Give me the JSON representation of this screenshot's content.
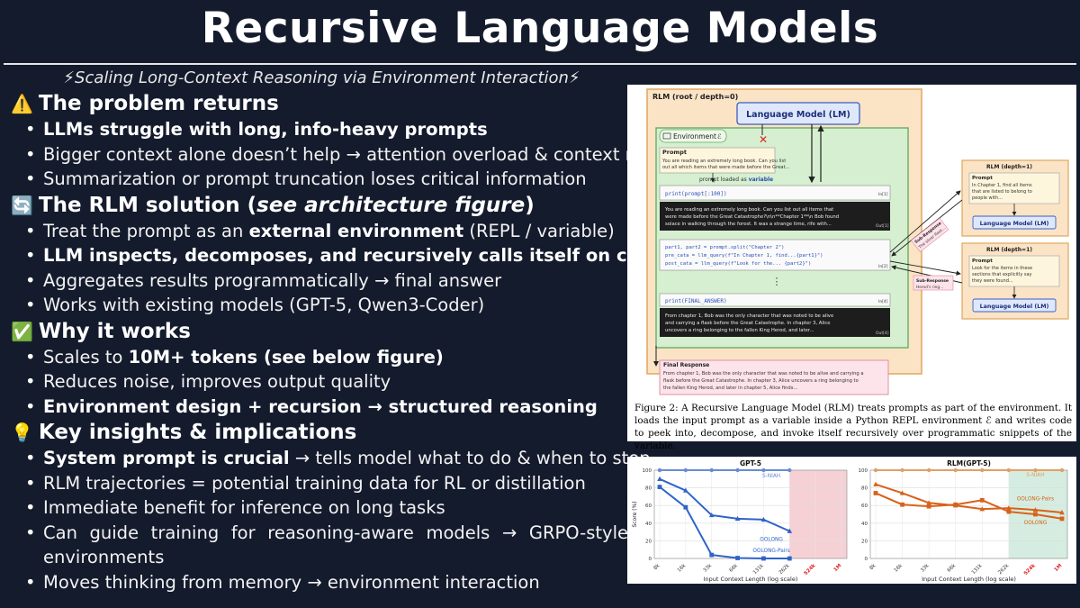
{
  "title": "Recursive Language Models",
  "subtitle": "⚡Scaling Long-Context Reasoning via Environment Interaction⚡",
  "sections": [
    {
      "emoji": "⚠️",
      "heading": "The problem returns",
      "bullets": [
        {
          "bold": "LLMs struggle with long, info-heavy prompts"
        },
        {
          "text": "Bigger context alone doesn’t help → attention overload & context rot"
        },
        {
          "text": "Summarization or prompt truncation loses critical information"
        }
      ]
    },
    {
      "emoji": "🔄",
      "heading_pre": "The RLM solution (",
      "heading_em": "see architecture figure",
      "heading_post": ")",
      "bullets": [
        {
          "pre": "Treat the prompt as an ",
          "bold": "external environment",
          "post": " (REPL / variable)"
        },
        {
          "bold": "LLM inspects, decomposes, and recursively calls itself on chunks"
        },
        {
          "text": "Aggregates results programmatically → final answer"
        },
        {
          "text": "Works with existing models (GPT-5, Qwen3-Coder)"
        }
      ]
    },
    {
      "emoji": "✅",
      "heading": "Why it works",
      "bullets": [
        {
          "pre": "Scales to ",
          "bold": "10M+ tokens  (see below figure)"
        },
        {
          "text": "Reduces noise, improves output quality"
        },
        {
          "bold": "Environment design + recursion → structured reasoning"
        }
      ]
    },
    {
      "emoji": "💡",
      "heading": "Key insights & implications",
      "bullets": [
        {
          "bold": "System prompt is crucial",
          "post": " → tells model what to do & when to stop"
        },
        {
          "text": "RLM trajectories = potential training data for RL or distillation"
        },
        {
          "text": "Immediate benefit for inference on long tasks"
        },
        {
          "text": "Can guide training for reasoning-aware models → GRPO-style environments",
          "wrap": true
        },
        {
          "text": "Moves thinking from memory → environment interaction"
        }
      ]
    }
  ],
  "figure": {
    "root_label": "RLM (root / depth=0)",
    "lm_label": "Language Model (LM)",
    "env_label": "Environment",
    "env_symbol": "ℰ",
    "prompt_title": "Prompt",
    "prompt_text_1": "You are reading an extremely long book. Can you list",
    "prompt_text_2": "out all which items that were made before the Great...",
    "prompt_loaded_pre": "prompt loaded as ",
    "prompt_loaded_var": "variable",
    "code1": "print(prompt[:100])",
    "in1": "In[1]",
    "out1_1": "You are reading an extremely long book. Can you list out all items that",
    "out1_2": "were made before the Great Catastrophe?\\n\\n**Chapter 1**\\n Bob found",
    "out1_3": "solace in walking through the forest. It was a strange time, rife with...",
    "out1_tag": "Out[1]",
    "code2_1": "part1, part2 = prompt.split(\"Chapter 2\")",
    "code2_2": "pre_cata = llm_query(f\"In Chapter 1, find...{part1}\")",
    "code2_3": "post_cata = llm_query(f\"Look for the... {part2}\")",
    "in2": "In[2]",
    "dots": "⋮",
    "code3": "print(FINAL_ANSWER)",
    "in3": "In[4]",
    "out3_1": "From chapter 1, Bob was the only character that was noted to be alive",
    "out3_2": "and carrying a flask before the Great Catastrophe. In chapter 3, Alice",
    "out3_3": "uncovers a ring belonging to the fallen King Herod, and later...",
    "out3_tag": "Out[4]",
    "final_title": "Final Response",
    "final_1": "From chapter 1, Bob was the only character that was noted to be alive and carrying a",
    "final_2": "flask before the Great Catastrophe. In chapter 3, Alice uncovers a ring belonging to",
    "final_3": "the fallen King Herod, and later in chapter 5, Alice finds...",
    "sub1_label": "RLM (depth=1)",
    "sub1_prompt_title": "Prompt",
    "sub1_prompt_1": "In Chapter 1, find all items",
    "sub1_prompt_2": "that are listed to belong to",
    "sub1_prompt_3": "people with...",
    "sub1_lm": "Language Model (LM)",
    "sub1_resp_title": "Sub-Response",
    "sub1_resp_text": "The silver flask...",
    "sub2_label": "RLM (depth=1)",
    "sub2_prompt_title": "Prompt",
    "sub2_prompt_1": "Look for the items in these",
    "sub2_prompt_2": "sections that explicitly say",
    "sub2_prompt_3": "they were found...",
    "sub2_lm": "Language Model (LM)",
    "sub2_resp_title": "Sub-Response",
    "sub2_resp_text": "Herod's ring...",
    "caption": "Figure 2: A Recursive Language Model (RLM) treats prompts as part of the environment. It loads the input prompt as a variable inside a Python REPL environment ℰ and writes code to peek into, decompose, and invoke itself recursively over programmatic snippets of the variable."
  },
  "chart_data": [
    {
      "type": "line",
      "title": "GPT-5",
      "xlabel": "Input Context Length (log scale)",
      "ylabel": "Score (%)",
      "categories": [
        "8k",
        "16k",
        "33k",
        "66k",
        "131k",
        "262k",
        "524k",
        "1M"
      ],
      "red_categories": [
        "524k",
        "1M"
      ],
      "yticks": [
        0,
        20,
        40,
        60,
        80,
        100
      ],
      "ylim": [
        0,
        100
      ],
      "shaded_from": "262k",
      "shade_color": "#f3c9cf",
      "series": [
        {
          "name": "S-NIAH",
          "color": "#6a8bd6",
          "marker": "circle",
          "values": [
            100,
            100,
            100,
            100,
            100,
            100,
            null,
            null
          ]
        },
        {
          "name": "OOLONG",
          "color": "#2f63c9",
          "marker": "triangle",
          "values": [
            90,
            77,
            49,
            45,
            44,
            31,
            null,
            null
          ]
        },
        {
          "name": "OOLONG-Pairs",
          "color": "#2f63c9",
          "marker": "square",
          "values": [
            81,
            58,
            4,
            0.5,
            0,
            0,
            null,
            null
          ]
        }
      ]
    },
    {
      "type": "line",
      "title": "RLM(GPT-5)",
      "xlabel": "Input Context Length (log scale)",
      "ylabel": "",
      "categories": [
        "8k",
        "16k",
        "33k",
        "66k",
        "131k",
        "262k",
        "524k",
        "1M"
      ],
      "red_categories": [
        "524k",
        "1M"
      ],
      "yticks": [
        0,
        20,
        40,
        60,
        80,
        100
      ],
      "ylim": [
        0,
        100
      ],
      "shaded_from": "262k",
      "shade_color": "#cdeadb",
      "series": [
        {
          "name": "S-NIAH",
          "color": "#e0a066",
          "marker": "circle",
          "values": [
            100,
            100,
            100,
            100,
            100,
            100,
            100,
            100
          ]
        },
        {
          "name": "OOLONG-Pairs",
          "color": "#d8621a",
          "marker": "triangle",
          "values": [
            84,
            74,
            63,
            60,
            56,
            57,
            55,
            52
          ]
        },
        {
          "name": "OOLONG",
          "color": "#d8621a",
          "marker": "square",
          "values": [
            74,
            61,
            59,
            61,
            66,
            53,
            50,
            45
          ]
        }
      ]
    }
  ]
}
